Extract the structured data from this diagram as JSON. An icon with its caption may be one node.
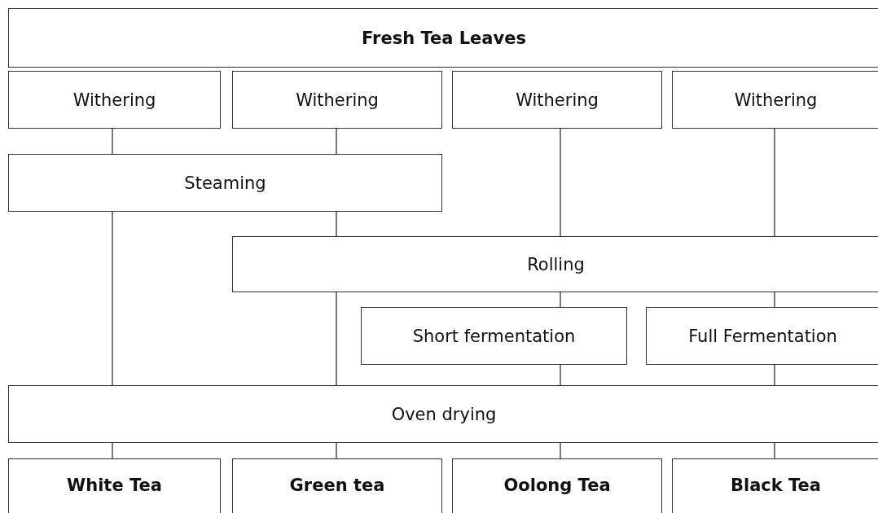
{
  "diagram": {
    "nodes": [
      {
        "text": [
          "Fresh Tea Leaves"
        ]
      },
      {
        "text": [
          "Withering"
        ]
      },
      {
        "text": [
          "Withering"
        ]
      },
      {
        "text": [
          "Withering"
        ]
      },
      {
        "text": [
          "Withering"
        ]
      },
      {
        "text": [
          "Steaming"
        ]
      },
      {
        "text": [
          "Rolling"
        ]
      },
      {
        "text": [
          "Short fermentation"
        ]
      },
      {
        "text": [
          "Full Fermentation"
        ]
      },
      {
        "text": [
          "Oven drying"
        ]
      },
      {
        "text": [
          "White Tea"
        ]
      },
      {
        "text": [
          "Green tea"
        ]
      },
      {
        "text": [
          "Oolong Tea"
        ]
      },
      {
        "text": [
          "Black Tea"
        ]
      }
    ],
    "edges": [
      {
        "from": 1,
        "to": 5,
        "arrow": "none"
      },
      {
        "from": 2,
        "to": 5,
        "arrow": "none"
      },
      {
        "from": 5,
        "to": 9,
        "arrow": "none"
      },
      {
        "from": 5,
        "to": 6,
        "arrow": "none"
      },
      {
        "from": 3,
        "to": 6,
        "arrow": "none"
      },
      {
        "from": 4,
        "to": 6,
        "arrow": "none"
      },
      {
        "from": 6,
        "to": 9,
        "arrow": "none"
      },
      {
        "from": 6,
        "to": 7,
        "arrow": "none"
      },
      {
        "from": 6,
        "to": 8,
        "arrow": "none"
      },
      {
        "from": 7,
        "to": 9,
        "arrow": "none"
      },
      {
        "from": 8,
        "to": 9,
        "arrow": "none"
      },
      {
        "from": 9,
        "to": 10,
        "arrow": "none"
      },
      {
        "from": 9,
        "to": 11,
        "arrow": "none"
      },
      {
        "from": 9,
        "to": 12,
        "arrow": "none"
      },
      {
        "from": 9,
        "to": 13,
        "arrow": "none"
      }
    ]
  }
}
